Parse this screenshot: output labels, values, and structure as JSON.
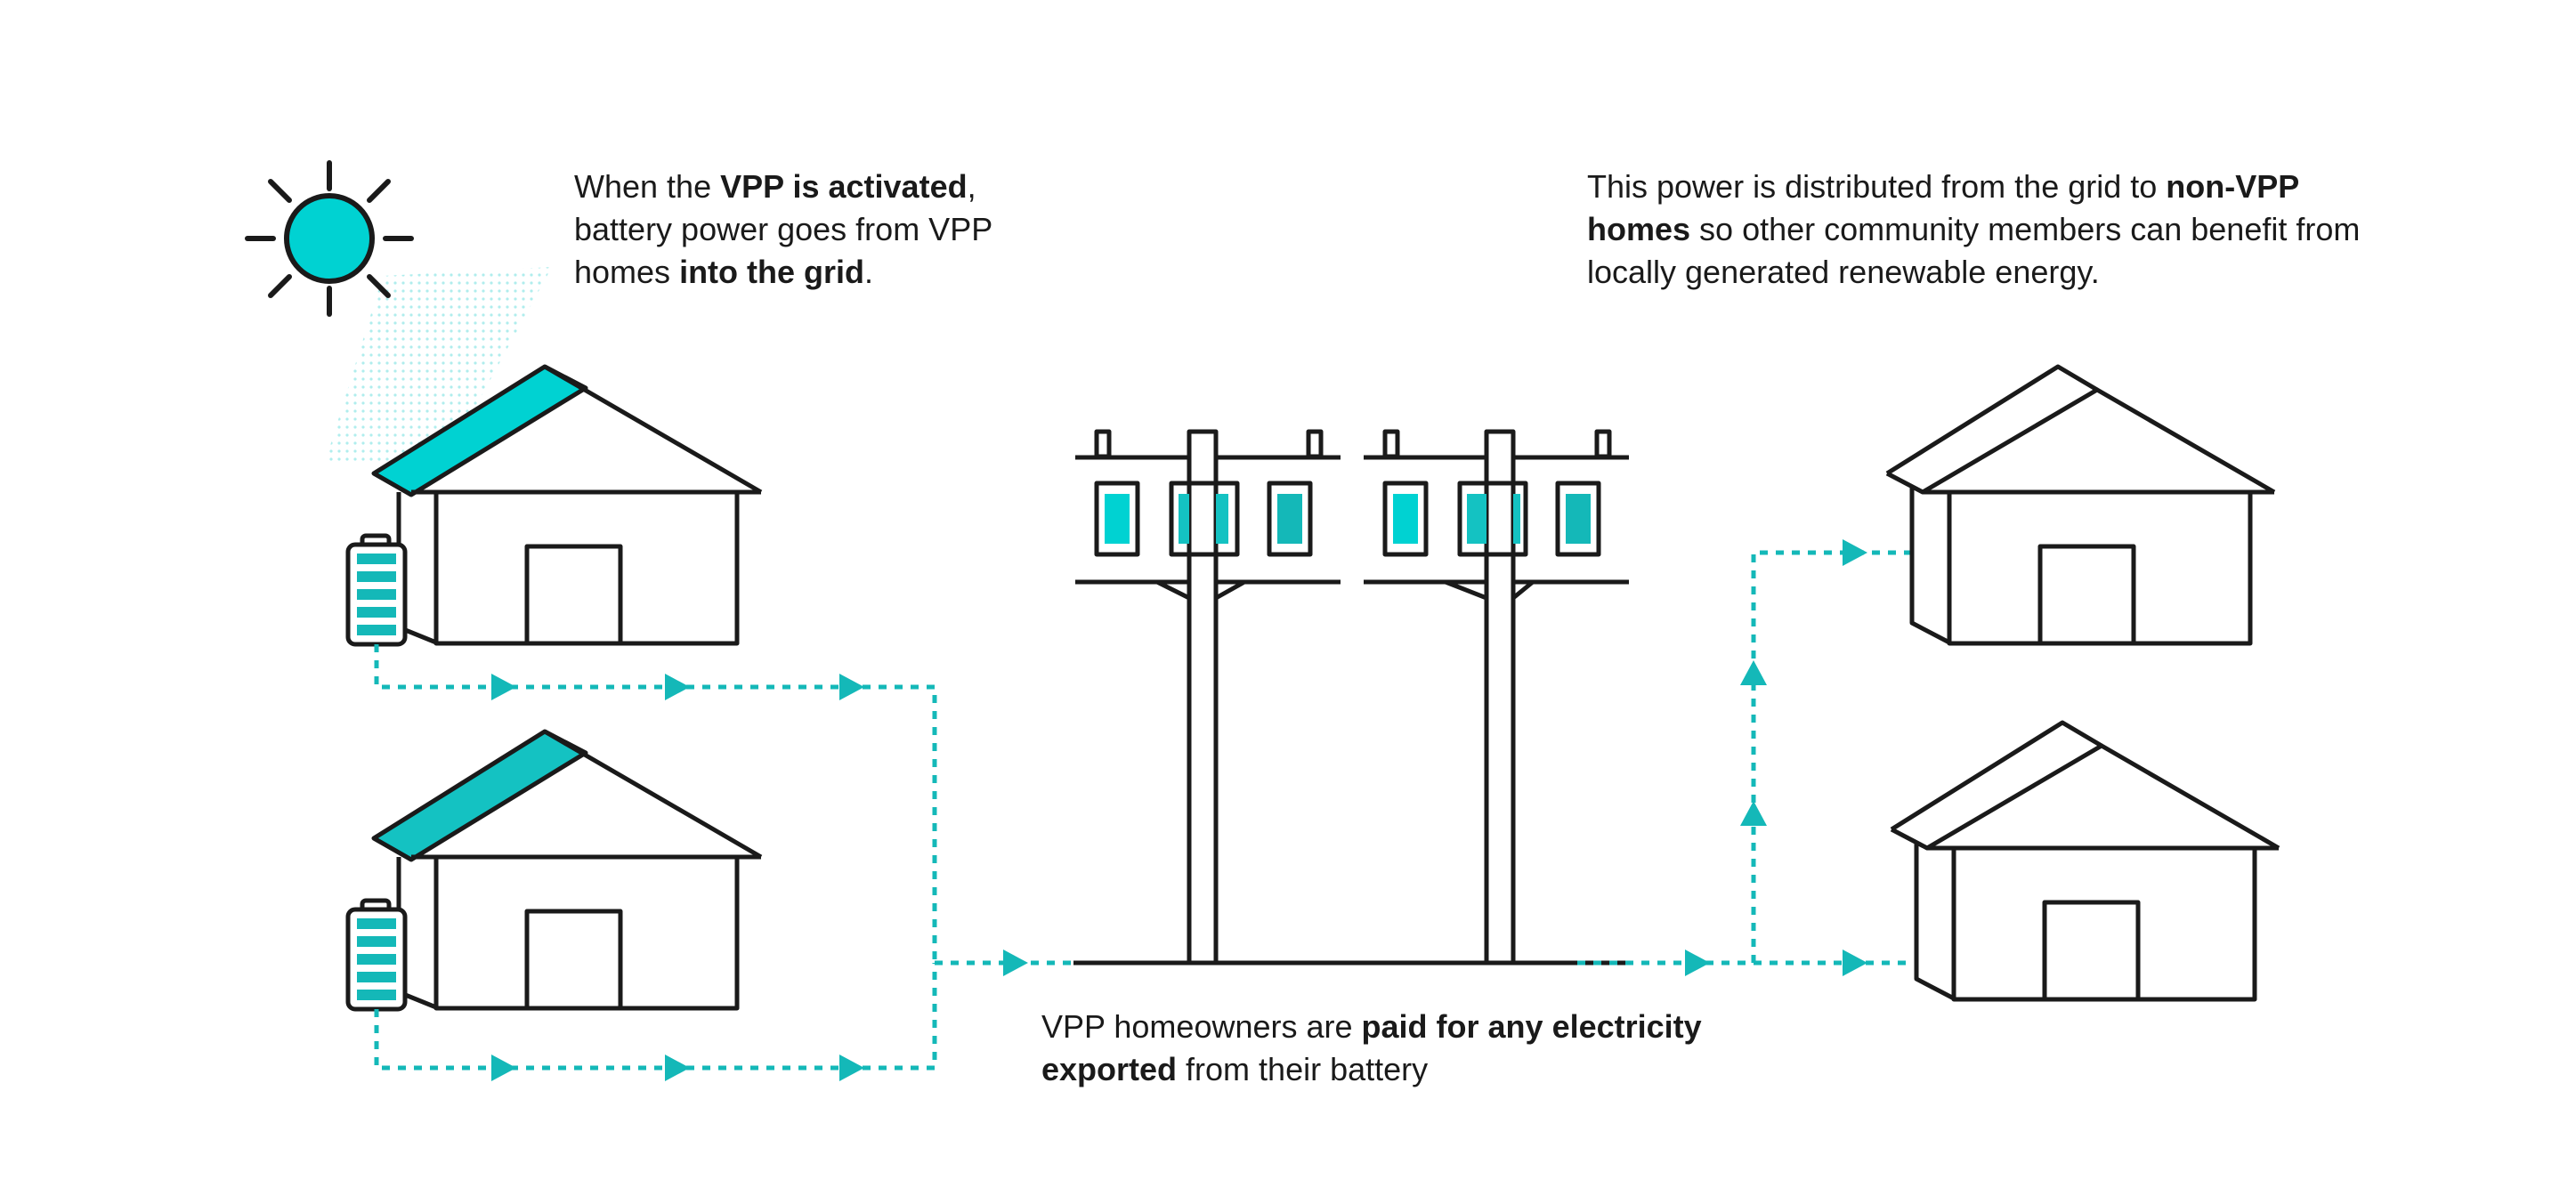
{
  "colors": {
    "accent": "#00cccc",
    "accent_dark": "#14b8b8",
    "line": "#1a1a1a",
    "background": "#ffffff"
  },
  "captions": {
    "left": {
      "p1": "When the ",
      "b1": "VPP is activated",
      "p2": ", battery power goes from VPP homes ",
      "b2": "into the grid",
      "p3": "."
    },
    "right": {
      "p1": "This power is distributed from the grid to ",
      "b1": "non-VPP homes",
      "p2": " so other community members can benefit from locally generated renewable energy."
    },
    "bottom": {
      "p1": "VPP homeowners are ",
      "b1": "paid for any electricity exported",
      "p2": " from their battery"
    }
  },
  "icons": {
    "sun": "sun-icon",
    "battery": "battery-icon",
    "solar_panel": "solar-panel-icon",
    "house": "house-icon",
    "utility_pole": "utility-pole-icon",
    "flow_arrow": "arrow-icon"
  }
}
